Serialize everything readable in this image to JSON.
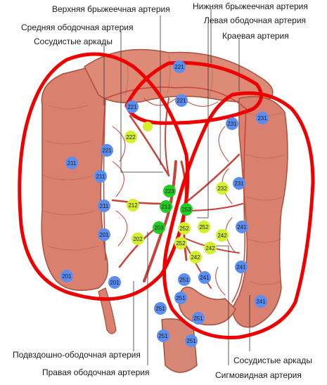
{
  "labels": {
    "superior_mesenteric": "Верхняя брыжеечная артерия",
    "inferior_mesenteric": "Нижняя брыжеечная артерия",
    "middle_colic": "Средняя ободочная артерия",
    "left_colic": "Левая ободочная артерия",
    "vascular_arcades_top": "Сосудистые аркады",
    "marginal_artery": "Краевая артерия",
    "ileocolic": "Подвздошно-ободочная артерия",
    "right_colic": "Правая ободочная артерия",
    "vascular_arcades_bottom": "Сосудистые аркады",
    "sigmoid": "Сигмовидная артерия"
  },
  "colors": {
    "blue_node": "#5b8ef0",
    "yellow_node": "#d4f02a",
    "green_node": "#22cc22",
    "highlight_ring": "#ee0000",
    "colon": "#d9806e",
    "artery": "#c8433a"
  },
  "nodes": {
    "n221a": "221",
    "n221b": "221",
    "n221c": "221",
    "n221d": "221",
    "n231a": "231",
    "n231b": "231",
    "n231c": "231",
    "n211a": "211",
    "n211b": "211",
    "n211c": "211",
    "n201a": "201",
    "n201b": "201",
    "n201c": "201",
    "n222": "222",
    "n212": "212",
    "n202": "202",
    "n223": "223",
    "n213": "213",
    "n203": "203",
    "n253": "253",
    "n232": "232",
    "n252a": "252",
    "n252b": "252",
    "n252c": "252",
    "n242a": "242",
    "n242b": "242",
    "n242c": "242",
    "n241a": "241",
    "n241b": "241",
    "n241c": "241",
    "n241d": "241",
    "n251a": "251",
    "n251b": "251",
    "n251c": "251",
    "n251d": "251",
    "n251e": "251",
    "n251f": "251"
  }
}
